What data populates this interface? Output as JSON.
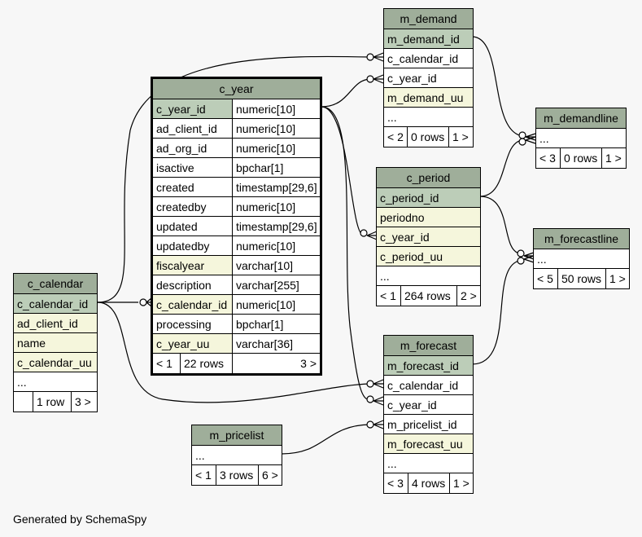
{
  "footer": "Generated by SchemaSpy",
  "tables": {
    "m_demand": {
      "name": "m_demand",
      "rows": [
        {
          "name": "m_demand_id",
          "kind": "pk"
        },
        {
          "name": "c_calendar_id",
          "kind": ""
        },
        {
          "name": "c_year_id",
          "kind": ""
        },
        {
          "name": "m_demand_uu",
          "kind": "idx"
        },
        {
          "name": "...",
          "kind": ""
        }
      ],
      "footer": [
        "< 2",
        "0 rows",
        "1 >"
      ]
    },
    "c_year": {
      "name": "c_year",
      "rows": [
        {
          "name": "c_year_id",
          "type": "numeric[10]",
          "kind": "pk"
        },
        {
          "name": "ad_client_id",
          "type": "numeric[10]",
          "kind": ""
        },
        {
          "name": "ad_org_id",
          "type": "numeric[10]",
          "kind": ""
        },
        {
          "name": "isactive",
          "type": "bpchar[1]",
          "kind": ""
        },
        {
          "name": "created",
          "type": "timestamp[29,6]",
          "kind": ""
        },
        {
          "name": "createdby",
          "type": "numeric[10]",
          "kind": ""
        },
        {
          "name": "updated",
          "type": "timestamp[29,6]",
          "kind": ""
        },
        {
          "name": "updatedby",
          "type": "numeric[10]",
          "kind": ""
        },
        {
          "name": "fiscalyear",
          "type": "varchar[10]",
          "kind": "idx"
        },
        {
          "name": "description",
          "type": "varchar[255]",
          "kind": ""
        },
        {
          "name": "c_calendar_id",
          "type": "numeric[10]",
          "kind": "idx"
        },
        {
          "name": "processing",
          "type": "bpchar[1]",
          "kind": ""
        },
        {
          "name": "c_year_uu",
          "type": "varchar[36]",
          "kind": "idx"
        }
      ],
      "footer": [
        "< 1",
        "22 rows",
        "3 >"
      ]
    },
    "m_demandline": {
      "name": "m_demandline",
      "rows": [
        {
          "name": "...",
          "kind": ""
        }
      ],
      "footer": [
        "< 3",
        "0 rows",
        "1 >"
      ]
    },
    "c_period": {
      "name": "c_period",
      "rows": [
        {
          "name": "c_period_id",
          "kind": "pk"
        },
        {
          "name": "periodno",
          "kind": "idx"
        },
        {
          "name": "c_year_id",
          "kind": "idx"
        },
        {
          "name": "c_period_uu",
          "kind": "idx"
        },
        {
          "name": "...",
          "kind": ""
        }
      ],
      "footer": [
        "< 1",
        "264 rows",
        "2 >"
      ]
    },
    "m_forecastline": {
      "name": "m_forecastline",
      "rows": [
        {
          "name": "...",
          "kind": ""
        }
      ],
      "footer": [
        "< 5",
        "50 rows",
        "1 >"
      ]
    },
    "c_calendar": {
      "name": "c_calendar",
      "rows": [
        {
          "name": "c_calendar_id",
          "kind": "pk"
        },
        {
          "name": "ad_client_id",
          "kind": "idx"
        },
        {
          "name": "name",
          "kind": "idx"
        },
        {
          "name": "c_calendar_uu",
          "kind": "idx"
        },
        {
          "name": "...",
          "kind": ""
        }
      ],
      "footer": [
        "",
        "1 row",
        "3 >"
      ]
    },
    "m_forecast": {
      "name": "m_forecast",
      "rows": [
        {
          "name": "m_forecast_id",
          "kind": "pk"
        },
        {
          "name": "c_calendar_id",
          "kind": ""
        },
        {
          "name": "c_year_id",
          "kind": ""
        },
        {
          "name": "m_pricelist_id",
          "kind": ""
        },
        {
          "name": "m_forecast_uu",
          "kind": "idx"
        },
        {
          "name": "...",
          "kind": ""
        }
      ],
      "footer": [
        "< 3",
        "4 rows",
        "1 >"
      ]
    },
    "m_pricelist": {
      "name": "m_pricelist",
      "rows": [
        {
          "name": "...",
          "kind": ""
        }
      ],
      "footer": [
        "< 1",
        "3 rows",
        "6 >"
      ]
    }
  }
}
